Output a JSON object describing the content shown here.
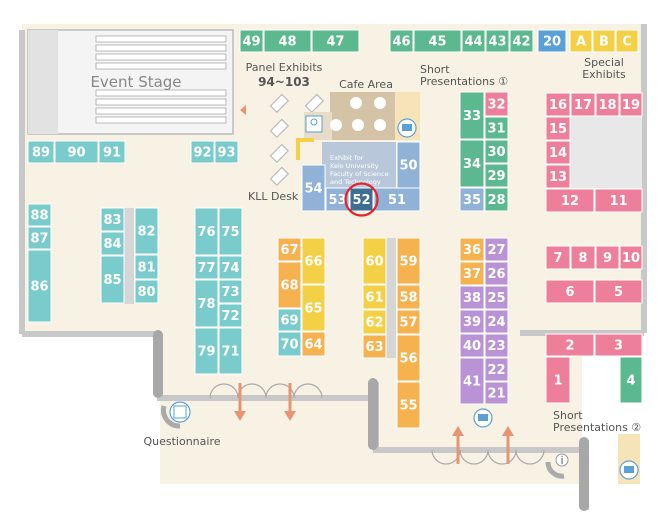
{
  "labels": {
    "event_stage": "Event Stage",
    "panel_exhibits": "Panel Exhibits",
    "panel_range": "94~103",
    "cafe_area": "Cafe Area",
    "short_presentations_1_a": "Short",
    "short_presentations_1_b": "Presentations ①",
    "special_a": "Special",
    "special_b": "Exhibits",
    "kll_desk": "KLL Desk",
    "exhibit_keio_1": "Exhibit for",
    "exhibit_keio_2": "Keio University",
    "exhibit_keio_3": "Faculty of Science",
    "exhibit_keio_4": "and Technology",
    "questionnaire": "Questionnaire",
    "short_presentations_2_a": "Short",
    "short_presentations_2_b": "Presentations ②",
    "info_glyph": "i"
  },
  "colors": {
    "green": "#5cb88e",
    "blue": "#5aa0d6",
    "yellow": "#f3d046",
    "teal": "#79cccb",
    "orange": "#f6b24f",
    "purple": "#b993d6",
    "pink": "#ee7f9a",
    "lightblue": "#8fb2d6",
    "darkblue": "#3e6f93",
    "highlight": "#e8222a",
    "wall": "#c8c8c8",
    "arrow": "#e89474",
    "tan": "#d5c3a8"
  },
  "highlighted_booth": "52",
  "booths": [
    {
      "id": "49",
      "c": "green"
    },
    {
      "id": "48",
      "c": "green"
    },
    {
      "id": "47",
      "c": "green"
    },
    {
      "id": "46",
      "c": "green"
    },
    {
      "id": "45",
      "c": "green"
    },
    {
      "id": "44",
      "c": "green"
    },
    {
      "id": "43",
      "c": "green"
    },
    {
      "id": "42",
      "c": "green"
    },
    {
      "id": "20",
      "c": "blue"
    },
    {
      "id": "A",
      "c": "yellow"
    },
    {
      "id": "B",
      "c": "yellow"
    },
    {
      "id": "C",
      "c": "yellow"
    },
    {
      "id": "89",
      "c": "teal"
    },
    {
      "id": "90",
      "c": "teal"
    },
    {
      "id": "91",
      "c": "teal"
    },
    {
      "id": "92",
      "c": "teal"
    },
    {
      "id": "93",
      "c": "teal"
    },
    {
      "id": "88",
      "c": "teal"
    },
    {
      "id": "87",
      "c": "teal"
    },
    {
      "id": "86",
      "c": "teal"
    },
    {
      "id": "83",
      "c": "teal"
    },
    {
      "id": "84",
      "c": "teal"
    },
    {
      "id": "85",
      "c": "teal"
    },
    {
      "id": "82",
      "c": "teal"
    },
    {
      "id": "81",
      "c": "teal"
    },
    {
      "id": "80",
      "c": "teal"
    },
    {
      "id": "76",
      "c": "teal"
    },
    {
      "id": "75",
      "c": "teal"
    },
    {
      "id": "77",
      "c": "teal"
    },
    {
      "id": "74",
      "c": "teal"
    },
    {
      "id": "73",
      "c": "teal"
    },
    {
      "id": "78",
      "c": "teal"
    },
    {
      "id": "72",
      "c": "teal"
    },
    {
      "id": "79",
      "c": "teal"
    },
    {
      "id": "71",
      "c": "teal"
    },
    {
      "id": "67",
      "c": "orange"
    },
    {
      "id": "66",
      "c": "yellow"
    },
    {
      "id": "68",
      "c": "orange"
    },
    {
      "id": "65",
      "c": "yellow"
    },
    {
      "id": "69",
      "c": "teal"
    },
    {
      "id": "70",
      "c": "teal"
    },
    {
      "id": "64",
      "c": "orange"
    },
    {
      "id": "60",
      "c": "yellow"
    },
    {
      "id": "61",
      "c": "yellow"
    },
    {
      "id": "62",
      "c": "yellow"
    },
    {
      "id": "63",
      "c": "orange"
    },
    {
      "id": "59",
      "c": "orange"
    },
    {
      "id": "58",
      "c": "orange"
    },
    {
      "id": "57",
      "c": "orange"
    },
    {
      "id": "56",
      "c": "orange"
    },
    {
      "id": "55",
      "c": "orange"
    },
    {
      "id": "54",
      "c": "lightblue"
    },
    {
      "id": "53",
      "c": "lightblue"
    },
    {
      "id": "52",
      "c": "darkblue"
    },
    {
      "id": "51",
      "c": "lightblue"
    },
    {
      "id": "50",
      "c": "lightblue"
    },
    {
      "id": "33",
      "c": "green"
    },
    {
      "id": "34",
      "c": "green"
    },
    {
      "id": "35",
      "c": "lightblue"
    },
    {
      "id": "32",
      "c": "pink"
    },
    {
      "id": "31",
      "c": "green"
    },
    {
      "id": "30",
      "c": "green"
    },
    {
      "id": "29",
      "c": "green"
    },
    {
      "id": "28",
      "c": "green"
    },
    {
      "id": "36",
      "c": "orange"
    },
    {
      "id": "27",
      "c": "purple"
    },
    {
      "id": "37",
      "c": "orange"
    },
    {
      "id": "26",
      "c": "purple"
    },
    {
      "id": "38",
      "c": "purple"
    },
    {
      "id": "25",
      "c": "purple"
    },
    {
      "id": "39",
      "c": "purple"
    },
    {
      "id": "24",
      "c": "purple"
    },
    {
      "id": "40",
      "c": "purple"
    },
    {
      "id": "23",
      "c": "purple"
    },
    {
      "id": "41",
      "c": "purple"
    },
    {
      "id": "22",
      "c": "purple"
    },
    {
      "id": "21",
      "c": "purple"
    },
    {
      "id": "16",
      "c": "pink"
    },
    {
      "id": "17",
      "c": "pink"
    },
    {
      "id": "18",
      "c": "pink"
    },
    {
      "id": "19",
      "c": "pink"
    },
    {
      "id": "15",
      "c": "pink"
    },
    {
      "id": "14",
      "c": "pink"
    },
    {
      "id": "13",
      "c": "pink"
    },
    {
      "id": "12",
      "c": "pink"
    },
    {
      "id": "11",
      "c": "pink"
    },
    {
      "id": "7",
      "c": "pink"
    },
    {
      "id": "8",
      "c": "pink"
    },
    {
      "id": "9",
      "c": "pink"
    },
    {
      "id": "10",
      "c": "pink"
    },
    {
      "id": "6",
      "c": "pink"
    },
    {
      "id": "5",
      "c": "pink"
    },
    {
      "id": "2",
      "c": "pink"
    },
    {
      "id": "3",
      "c": "pink"
    },
    {
      "id": "1",
      "c": "pink"
    },
    {
      "id": "4",
      "c": "green"
    }
  ]
}
